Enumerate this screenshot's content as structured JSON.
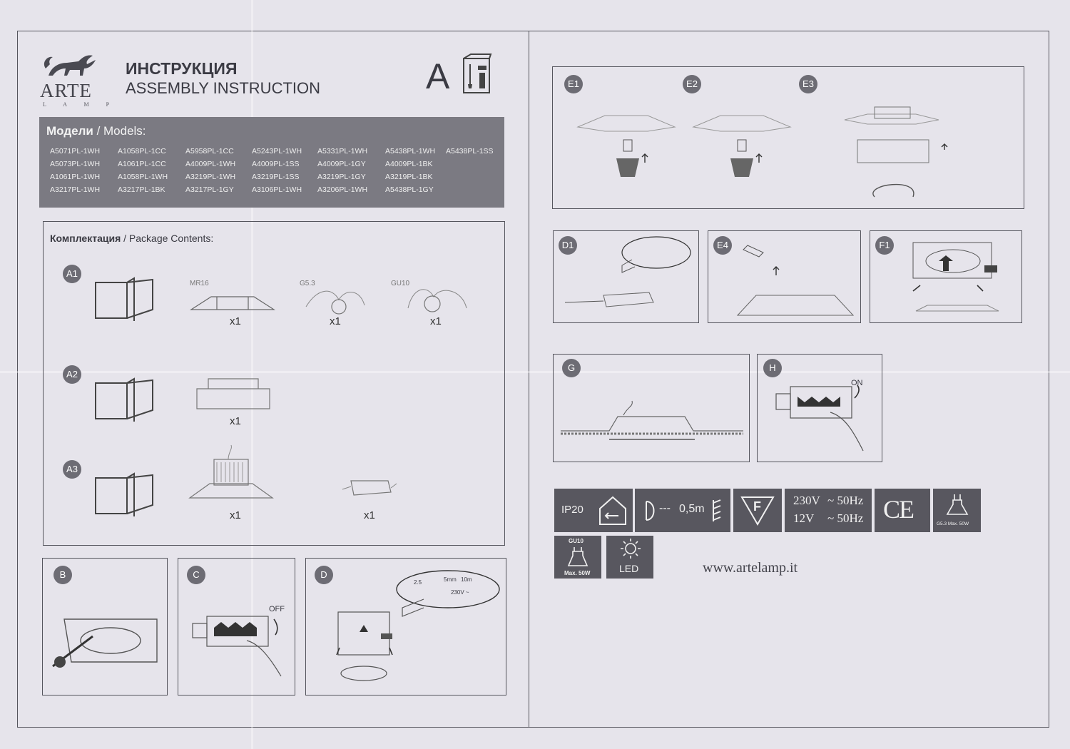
{
  "header": {
    "brand": "ARTE",
    "brand_sub": "L A M P",
    "title_ru": "ИНСТРУКЦИЯ",
    "title_en": "ASSEMBLY INSTRUCTION",
    "doc_letter": "A"
  },
  "models": {
    "label_ru": "Модели",
    "label_en": "/ Models:",
    "rows": [
      [
        "A5071PL-1WH",
        "A1058PL-1CC",
        "A5958PL-1CC",
        "A5243PL-1WH",
        "A5331PL-1WH",
        "A5438PL-1WH",
        "A5438PL-1SS"
      ],
      [
        "A5073PL-1WH",
        "A1061PL-1CC",
        "A4009PL-1WH",
        "A4009PL-1SS",
        "A4009PL-1GY",
        "A4009PL-1BK",
        ""
      ],
      [
        "A1061PL-1WH",
        "A1058PL-1WH",
        "A3219PL-1WH",
        "A3219PL-1SS",
        "A3219PL-1GY",
        "A3219PL-1BK",
        ""
      ],
      [
        "A3217PL-1WH",
        "A3217PL-1BK",
        "A3217PL-1GY",
        "A3106PL-1WH",
        "A3206PL-1WH",
        "A5438PL-1GY",
        ""
      ]
    ]
  },
  "package": {
    "label_ru": "Комплектация",
    "label_en": "/ Package Contents:",
    "steps": {
      "a1": "A1",
      "a2": "A2",
      "a3": "A3"
    },
    "labels": {
      "mr16": "MR16",
      "g53": "G5.3",
      "gu10": "GU10"
    },
    "qty": "x1"
  },
  "steps": {
    "b": "B",
    "c": "C",
    "d": "D",
    "e1": "E1",
    "e2": "E2",
    "e3": "E3",
    "d1": "D1",
    "e4": "E4",
    "f1": "F1",
    "g": "G",
    "h": "H"
  },
  "switch": {
    "off": "OFF",
    "on": "ON"
  },
  "wiring": {
    "size1": "2.5",
    "size2": "5mm",
    "size3": "10m",
    "voltage": "230V ~"
  },
  "specs": {
    "ip": "IP20",
    "distance": "0,5m",
    "f_mark": "F",
    "voltage1": "230V",
    "freq1": "~ 50Hz",
    "voltage2": "12V",
    "freq2": "~ 50Hz",
    "ce": "CE",
    "g53_note": "G5.3 Max. 50W",
    "gu10_label": "GU10",
    "gu10_max": "Max. 50W",
    "led_label": "LED"
  },
  "website": "www.artelamp.it"
}
